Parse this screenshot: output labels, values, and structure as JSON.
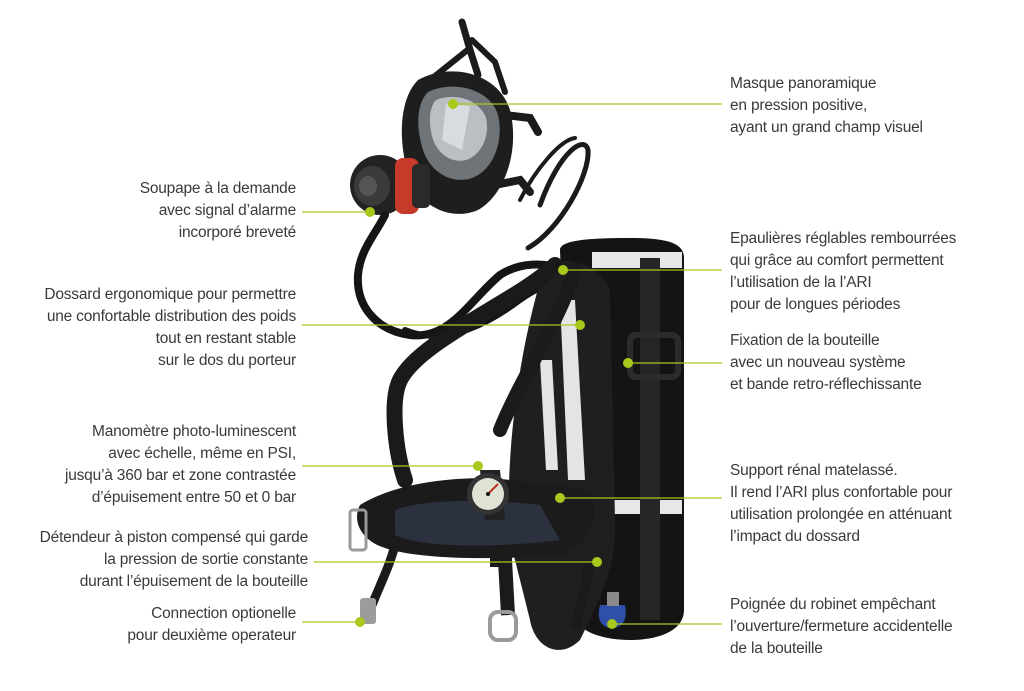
{
  "accent_color": "#a8c81e",
  "callouts": [
    {
      "id": "masque",
      "side": "right",
      "lines": [
        "Masque panoramique",
        "en pression positive,",
        "ayant un grand champ visuel"
      ]
    },
    {
      "id": "soupape",
      "side": "left",
      "lines": [
        "Soupape à la demande",
        "avec signal d’alarme",
        "incorporé breveté"
      ]
    },
    {
      "id": "epaulieres",
      "side": "right",
      "lines": [
        "Epaulières réglables rembourrées",
        "qui grâce au comfort permettent",
        "l’utilisation de la l’ARI",
        "pour de longues périodes"
      ]
    },
    {
      "id": "dossard",
      "side": "left",
      "lines": [
        "Dossard ergonomique pour permettre",
        "une confortable distribution des poids",
        "tout en restant stable",
        "sur le dos du porteur"
      ]
    },
    {
      "id": "fixation",
      "side": "right",
      "lines": [
        "Fixation de la bouteille",
        "avec un nouveau système",
        "et bande retro-réflechissante"
      ]
    },
    {
      "id": "manometre",
      "side": "left",
      "lines": [
        "Manomètre photo-luminescent",
        "avec échelle, même en PSI,",
        "jusqu’à 360 bar et zone contrastée",
        "d’épuisement entre 50 et 0 bar"
      ]
    },
    {
      "id": "support",
      "side": "right",
      "lines": [
        "Support rénal matelassé.",
        "Il rend l’ARI plus confortable pour",
        "utilisation prolongée en atténuant",
        "l’impact du dossard"
      ]
    },
    {
      "id": "detendeur",
      "side": "left",
      "lines": [
        "Détendeur à piston compensé qui garde",
        "la pression de sortie constante",
        "durant l’épuisement de la bouteille"
      ]
    },
    {
      "id": "connection",
      "side": "left",
      "lines": [
        "Connection optionelle",
        "pour deuxième operateur"
      ]
    },
    {
      "id": "poignee",
      "side": "right",
      "lines": [
        "Poignée du robinet empêchant",
        "l’ouverture/fermeture accidentelle",
        "de la bouteille"
      ]
    }
  ]
}
